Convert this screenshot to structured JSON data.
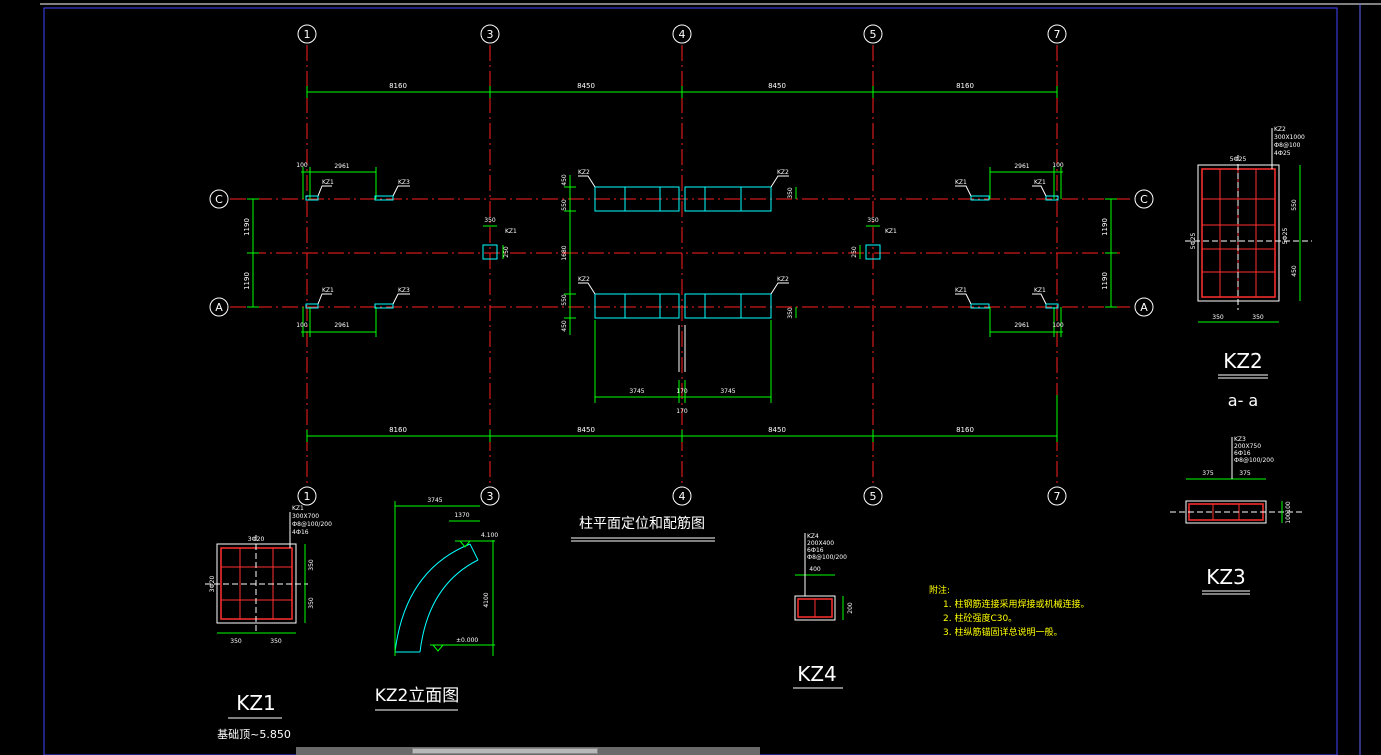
{
  "drawing": {
    "title": "柱平面定位和配筋图",
    "axes": {
      "vertical": [
        "1",
        "3",
        "4",
        "5",
        "7"
      ],
      "horizontal": [
        "C",
        "A"
      ]
    },
    "dims": {
      "bay_1_3": "8160",
      "bay_3_4": "8450",
      "bay_4_5": "8450",
      "bay_5_7": "8160",
      "offset_100": "100",
      "span_2961": "2961",
      "half_3745": "3745",
      "gap_170": "170",
      "d_350": "350",
      "d_450": "450",
      "d_550": "550",
      "d_1190": "1190",
      "d_1680": "1680",
      "d_250": "250"
    },
    "labels": {
      "kz1": "KZ1",
      "kz2": "KZ2",
      "kz3": "KZ3",
      "kz4": "KZ4"
    },
    "kz1": {
      "title": "KZ1",
      "subtitle": "基础顶~5.850",
      "specs": [
        "KZ1",
        "300X700",
        "Ф8@100/200",
        "4Ф16"
      ],
      "d_3820": "3Ф20",
      "d_350": "350"
    },
    "kz2_elev": {
      "title": "KZ2立面图",
      "d_3745": "3745",
      "d_1370": "1370",
      "d_4100": "4.100",
      "d_4100b": "4100",
      "d_bot": "±0.000"
    },
    "kz2": {
      "title": "KZ2",
      "section": "a- a",
      "specs": [
        "KZ2",
        "300X1000",
        "Ф8@100",
        "4Ф25"
      ],
      "d_5": "5Ф25",
      "d_550": "550",
      "d_450": "450",
      "d_350": "350"
    },
    "kz3": {
      "title": "KZ3",
      "specs": [
        "KZ3",
        "200X750",
        "6Ф16",
        "Ф8@100/200"
      ],
      "d_375": "375",
      "d_100": "100",
      "d_100b": "100"
    },
    "kz4": {
      "title": "KZ4",
      "specs": [
        "KZ4",
        "200X400",
        "6Ф16",
        "Ф8@100/200"
      ],
      "d_400": "400",
      "d_200": "200"
    },
    "notes": {
      "heading": "附注:",
      "items": [
        "1. 柱钢筋连接采用焊接或机械连接。",
        "2. 柱砼强度C30。",
        "3. 柱纵筋锚固详总说明一般。"
      ]
    }
  },
  "colors": {
    "background": "#000000",
    "axis_line": "#ff2020",
    "dimension": "#00ff00",
    "bubble": "#ffffff",
    "column": "#00ffff",
    "rebar": "#ff3030",
    "text": "#ffffff",
    "note": "#ffff00"
  }
}
